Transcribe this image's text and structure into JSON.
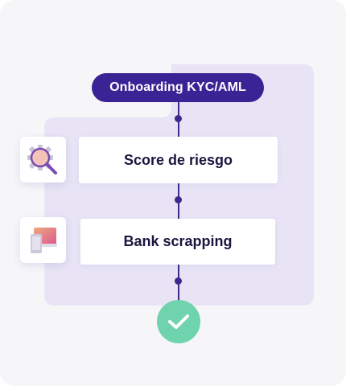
{
  "flow": {
    "title": "Onboarding KYC/AML",
    "steps": [
      {
        "label": "Score de riesgo",
        "icon": "risk-score-magnifier-icon"
      },
      {
        "label": "Bank scrapping",
        "icon": "bank-scrapping-device-icon"
      }
    ],
    "end_icon": "check-icon"
  },
  "colors": {
    "pill": "#3a2394",
    "connector": "#3d2a8a",
    "panel": "#e8e4f6",
    "check": "#6fd3ad",
    "text": "#1d1440"
  }
}
